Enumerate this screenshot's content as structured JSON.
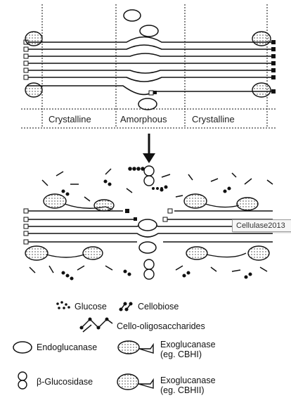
{
  "diagram": {
    "regions": [
      "Crystalline",
      "Amorphous",
      "Crystalline"
    ],
    "legend": {
      "glucose": "Glucose",
      "cellobiose": "Cellobiose",
      "cello_oligo": "Cello-oligosaccharides",
      "endoglucanase": "Endoglucanase",
      "exo1_line1": "Exoglucanase",
      "exo1_line2": "(eg. CBHI)",
      "beta_glucosidase": "β-Glucosidase",
      "exo2_line1": "Exoglucanase",
      "exo2_line2": "(eg. CBHII)"
    }
  },
  "tooltip": {
    "text": "Cellulase2013"
  },
  "colors": {
    "ink": "#111111",
    "background": "#ffffff",
    "tooltip_bg": "#f6f6f6"
  }
}
